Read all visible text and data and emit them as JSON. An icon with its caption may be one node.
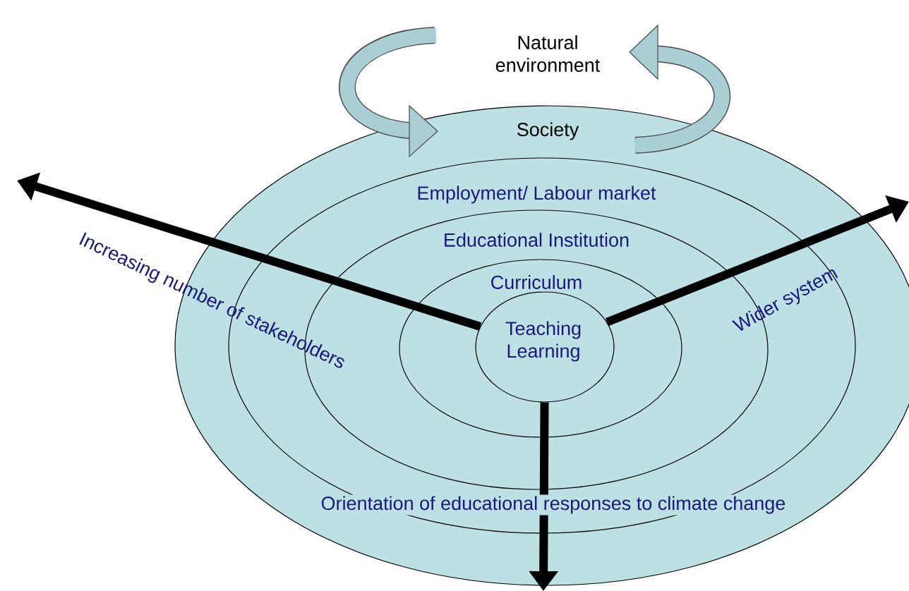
{
  "diagram": {
    "nodes": [
      {
        "text": [
          "Society"
        ]
      },
      {
        "text": [
          "Employment/ Labour market"
        ],
        "in": 0
      },
      {
        "text": [
          "Educational Institution"
        ],
        "in": 1
      },
      {
        "text": [
          "Curriculum"
        ],
        "in": 2
      },
      {
        "text": [
          "Teaching Learning"
        ],
        "in": 3
      }
    ],
    "edges": [
      {
        "from": 4,
        "to": null,
        "arrow": "to",
        "label": "Increasing number of stakeholders"
      },
      {
        "from": 4,
        "to": null,
        "arrow": "to",
        "label": "Wider system"
      },
      {
        "from": 4,
        "to": null,
        "arrow": "to",
        "label": "Orientation of educational responses to climate change"
      }
    ],
    "labels": [
      "Natural environment"
    ]
  }
}
